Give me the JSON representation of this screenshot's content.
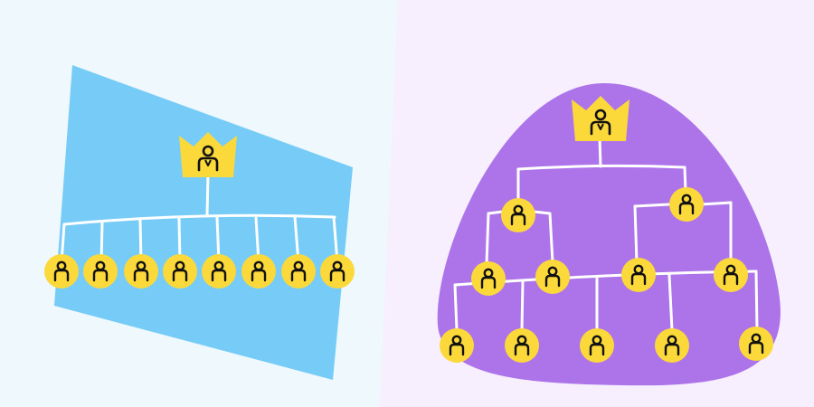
{
  "colors": {
    "left_bg": "#eef8fd",
    "right_bg": "#f7effd",
    "flat_shape": "#76ccf6",
    "tall_shape": "#ad74ea",
    "node_fill": "#fcd93a",
    "crown_fill": "#fcd93a",
    "line": "#ffffff",
    "icon": "#111111"
  },
  "diagrams": [
    {
      "name": "flat-org-chart",
      "leaders": 1,
      "members": 8
    },
    {
      "name": "hierarchical-org-chart",
      "leaders": 1,
      "managers": 2,
      "team_leads": 4,
      "members": 5
    }
  ],
  "icons": {
    "leader": "crown-person-icon",
    "member": "person-icon"
  }
}
